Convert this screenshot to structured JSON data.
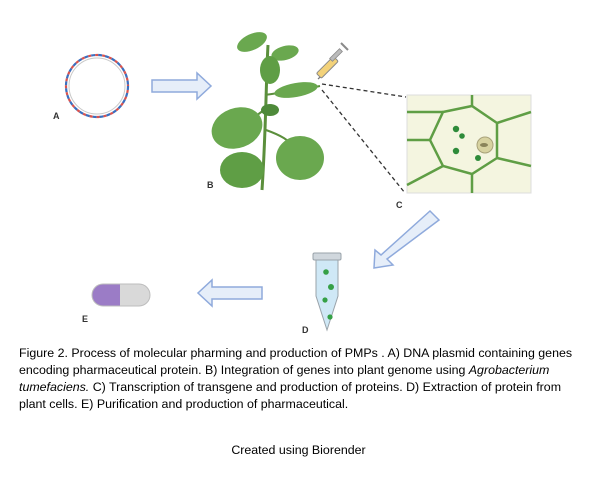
{
  "labels": {
    "a": "A",
    "b": "B",
    "c": "C",
    "d": "D",
    "e": "E"
  },
  "caption": {
    "part1": "Figure 2. Process of molecular pharming and production of PMPs . A) DNA plasmid containing genes encoding pharmaceutical protein. B) Integration of genes into plant genome using ",
    "species": "Agrobacterium tumefaciens.",
    "part2": " C) Transcription of transgene and production of proteins. D) Extraction of protein from plant cells. E) Purification and production of pharmaceutical."
  },
  "credit": "Created using Biorender",
  "colors": {
    "arrow_fill": "#e6eef9",
    "arrow_stroke": "#8faadc",
    "leaf": "#6aa84f",
    "leaf_dark": "#4e8a3a",
    "cell_bg": "#f4f5e0",
    "cell_wall": "#5f9e45",
    "tube_liquid": "#cfe8f6",
    "capsule_purple": "#9b7cc6",
    "capsule_grey": "#d9d9d9"
  },
  "icons": [
    "plasmid-icon",
    "plant-icon",
    "syringe-icon",
    "plant-cell-icon",
    "tube-icon",
    "capsule-icon"
  ]
}
